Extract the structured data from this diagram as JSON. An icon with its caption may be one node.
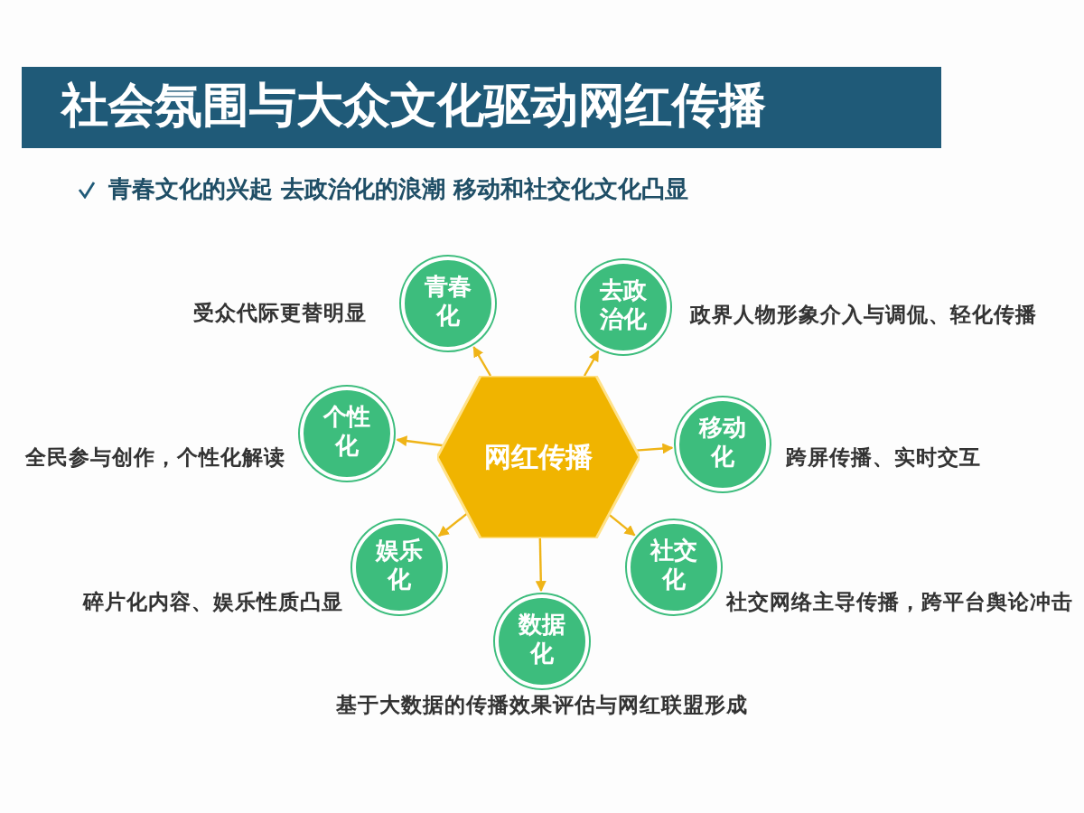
{
  "diagram": {
    "title": "社会氛围与大众文化驱动网红传播",
    "nodes": [
      {
        "text": [
          "网红传播"
        ]
      },
      {
        "text": [
          "青春化"
        ],
        "beside": [
          "受众代际更替明显"
        ]
      },
      {
        "text": [
          "去政治化"
        ],
        "beside": [
          "政界人物形象介入与调侃、轻化传播"
        ]
      },
      {
        "text": [
          "个性化"
        ],
        "beside": [
          "全民参与创作，个性化解读"
        ]
      },
      {
        "text": [
          "移动化"
        ],
        "beside": [
          "跨屏传播、实时交互"
        ]
      },
      {
        "text": [
          "娱乐化"
        ],
        "beside": [
          "碎片化内容、娱乐性质凸显"
        ]
      },
      {
        "text": [
          "社交化"
        ],
        "beside": [
          "社交网络主导传播，跨平台舆论冲击"
        ]
      },
      {
        "text": [
          "数据化"
        ],
        "beside": [
          "基于大数据的传播效果评估与网红联盟形成"
        ]
      }
    ],
    "edges": [
      {
        "from": 0,
        "to": 1,
        "arrow": "to"
      },
      {
        "from": 0,
        "to": 2,
        "arrow": "to"
      },
      {
        "from": 0,
        "to": 3,
        "arrow": "to"
      },
      {
        "from": 0,
        "to": 4,
        "arrow": "to"
      },
      {
        "from": 0,
        "to": 5,
        "arrow": "to"
      },
      {
        "from": 0,
        "to": 6,
        "arrow": "to"
      },
      {
        "from": 0,
        "to": 7,
        "arrow": "to"
      }
    ],
    "labels": [
      "青春文化的兴起 去政治化的浪潮 移动和社交化文化凸显"
    ]
  }
}
